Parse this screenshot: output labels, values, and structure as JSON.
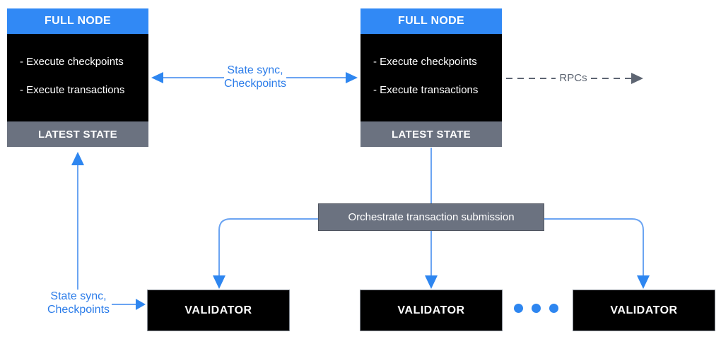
{
  "diagram": {
    "type": "architecture-flow",
    "colors": {
      "header_blue": "#3189f5",
      "arrowhead_blue": "#2e86f0",
      "line_blue": "#6ba4f2",
      "slate_gray": "#6b7280",
      "rpc_gray": "#5d6572",
      "box_black": "#000000",
      "text_white": "#ffffff",
      "label_blue": "#2b7ce9"
    },
    "full_node_left": {
      "title": "FULL NODE",
      "items": [
        "- Execute checkpoints",
        "- Execute transactions"
      ],
      "footer": "LATEST STATE"
    },
    "full_node_right": {
      "title": "FULL NODE",
      "items": [
        "- Execute checkpoints",
        "- Execute transactions"
      ],
      "footer": "LATEST STATE"
    },
    "orchestrator": {
      "label": "Orchestrate transaction submission"
    },
    "validators": [
      "VALIDATOR",
      "VALIDATOR",
      "VALIDATOR"
    ],
    "labels": {
      "state_sync_top": {
        "line1": "State sync,",
        "line2": "Checkpoints"
      },
      "state_sync_bottom": {
        "line1": "State sync,",
        "line2": "Checkpoints"
      },
      "rpcs": "RPCs"
    },
    "arrows": [
      "full-node-left <-> full-node-right : State sync, Checkpoints",
      "full-node-right --> external : RPCs (dashed)",
      "full-node-right --> orchestrator --> validators (3 branches)",
      "validator-left --> full-node-left : State sync, Checkpoints"
    ]
  }
}
